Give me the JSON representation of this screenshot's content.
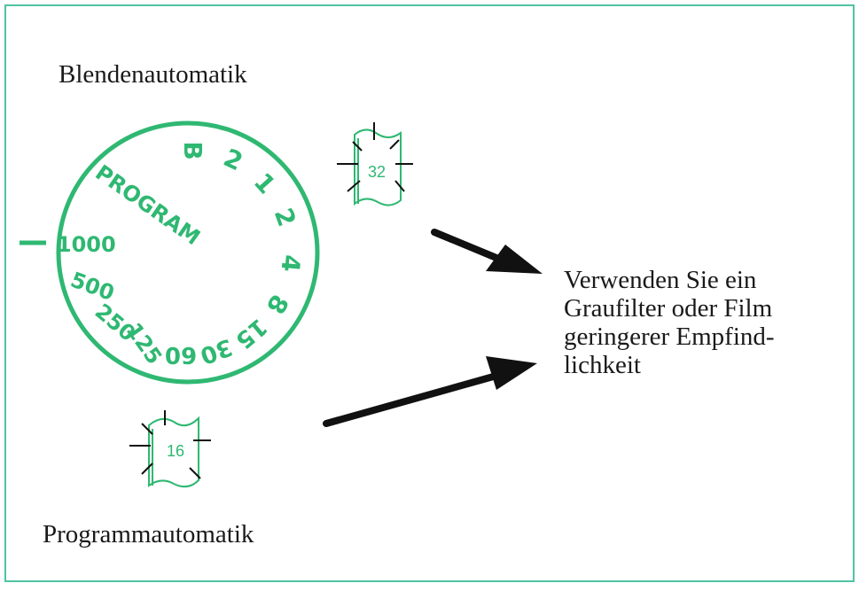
{
  "colors": {
    "frame": "#4fc3a3",
    "accent": "#2fb872",
    "ink": "#1a1a1a",
    "arrow": "#111111"
  },
  "labels": {
    "top": "Blendenautomatik",
    "bottom": "Programmautomatik",
    "note_lines": [
      "Verwenden Sie ein",
      "Graufilter oder Film",
      "geringerer Empfind-",
      "lichkeit"
    ]
  },
  "dial": {
    "program": "PROGRAM",
    "speeds": [
      "1000",
      "500",
      "250",
      "125",
      "60",
      "30",
      "15",
      "8",
      "4",
      "2",
      "1",
      "2",
      "B"
    ]
  },
  "display_top": {
    "value": "32"
  },
  "display_bottom": {
    "value": "16"
  }
}
